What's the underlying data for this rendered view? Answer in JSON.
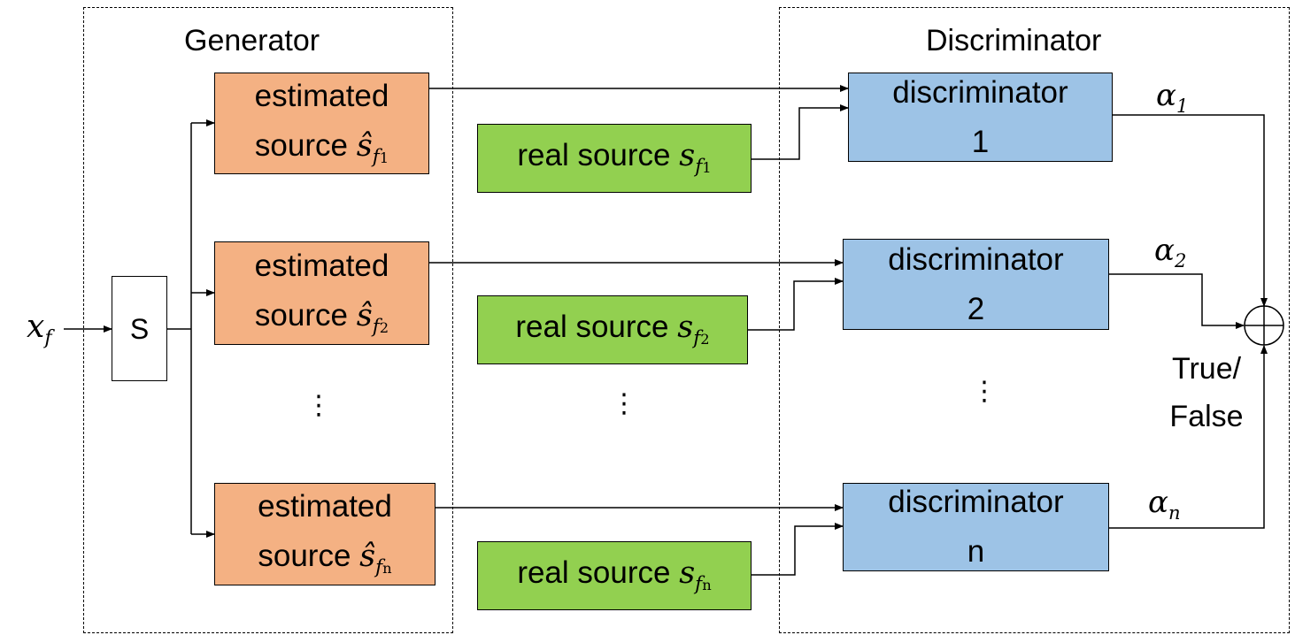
{
  "generator": {
    "title": "Generator"
  },
  "discriminator_group": {
    "title": "Discriminator"
  },
  "input": {
    "symbol": "x",
    "subscript": "f"
  },
  "separator": {
    "label": "S"
  },
  "estimated_sources": [
    {
      "line1": "estimated",
      "line2": "source",
      "symbol": "ŝ",
      "sub": "f",
      "subsub": "1"
    },
    {
      "line1": "estimated",
      "line2": "source",
      "symbol": "ŝ",
      "sub": "f",
      "subsub": "2"
    },
    {
      "line1": "estimated",
      "line2": "source",
      "symbol": "ŝ",
      "sub": "f",
      "subsub": "n"
    }
  ],
  "real_sources": [
    {
      "text": "real source",
      "symbol": "s",
      "sub": "f",
      "subsub": "1"
    },
    {
      "text": "real source",
      "symbol": "s",
      "sub": "f",
      "subsub": "2"
    },
    {
      "text": "real source",
      "symbol": "s",
      "sub": "f",
      "subsub": "n"
    }
  ],
  "discriminators": [
    {
      "line1": "discriminator",
      "line2": "1"
    },
    {
      "line1": "discriminator",
      "line2": "2"
    },
    {
      "line1": "discriminator",
      "line2": "n"
    }
  ],
  "weights": [
    {
      "symbol": "α",
      "sub": "1"
    },
    {
      "symbol": "α",
      "sub": "2"
    },
    {
      "symbol": "α",
      "sub": "n"
    }
  ],
  "ellipsis": "⋮",
  "sum_symbol": "⊕",
  "output": {
    "line1": "True/",
    "line2": "False"
  }
}
